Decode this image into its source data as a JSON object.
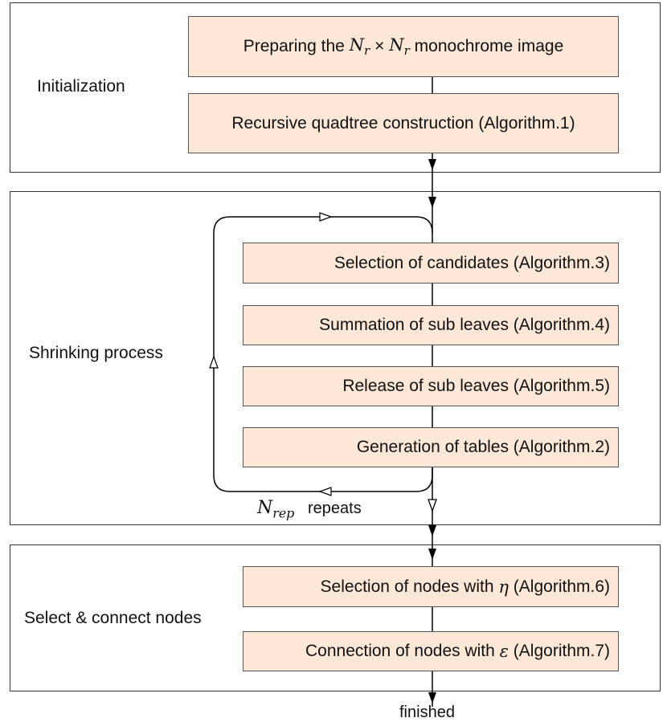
{
  "sections": {
    "initialization": {
      "label": "Initialization"
    },
    "shrinking": {
      "label": "Shrinking process"
    },
    "select_connect": {
      "label": "Select & connect nodes"
    }
  },
  "steps": {
    "prepare": {
      "pre": "Preparing the",
      "math_a": "N",
      "sub_a": "r",
      "times": "×",
      "math_b": "N",
      "sub_b": "r",
      "post": "monochrome image"
    },
    "quadtree": {
      "text": "Recursive quadtree construction (Algorithm.1)"
    },
    "candidates": {
      "text": "Selection of candidates (Algorithm.3)"
    },
    "summation": {
      "text": "Summation of sub leaves (Algorithm.4)"
    },
    "release": {
      "text": "Release of sub leaves (Algorithm.5)"
    },
    "tables": {
      "text": "Generation of tables (Algorithm.2)"
    },
    "select_nodes": {
      "pre": "Selection of nodes with",
      "symbol": "η",
      "post": "(Algorithm.6)"
    },
    "connect_nodes": {
      "pre": "Connection of nodes with",
      "symbol": "ε",
      "post": "(Algorithm.7)"
    }
  },
  "loop": {
    "math": "N",
    "sub": "rep",
    "text": "repeats"
  },
  "end_label": "finished",
  "colors": {
    "step_fill": "#fde7d6",
    "border": "#333333",
    "line": "#000000"
  }
}
